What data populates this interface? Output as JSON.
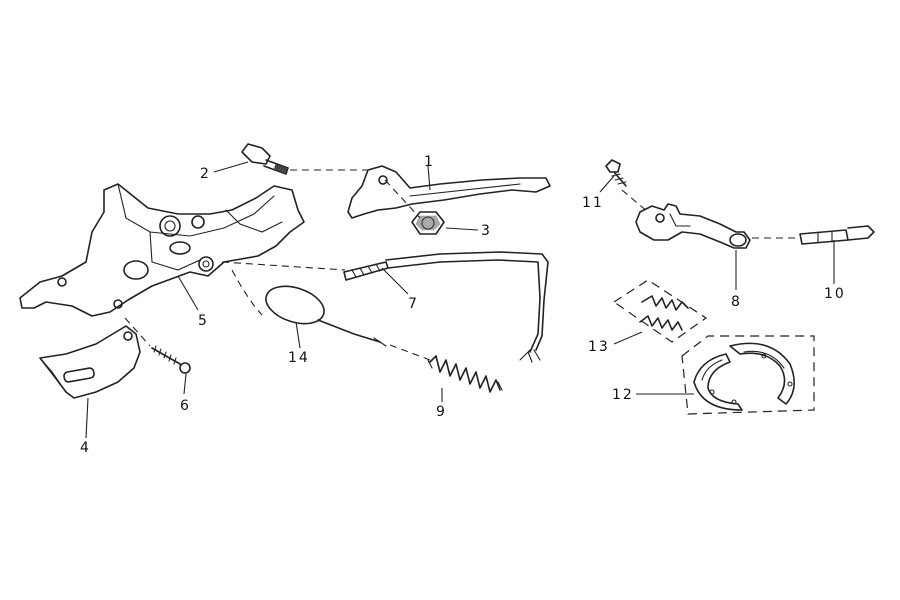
{
  "callouts": {
    "c1": "1",
    "c2": "2",
    "c3": "3",
    "c4": "4",
    "c5": "5",
    "c6": "6",
    "c7": "7",
    "c8": "8",
    "c9": "9",
    "c10": "10",
    "c11": "11",
    "c12": "12",
    "c13": "13",
    "c14": "14"
  },
  "colors": {
    "line": "#222222",
    "background": "#ffffff"
  }
}
